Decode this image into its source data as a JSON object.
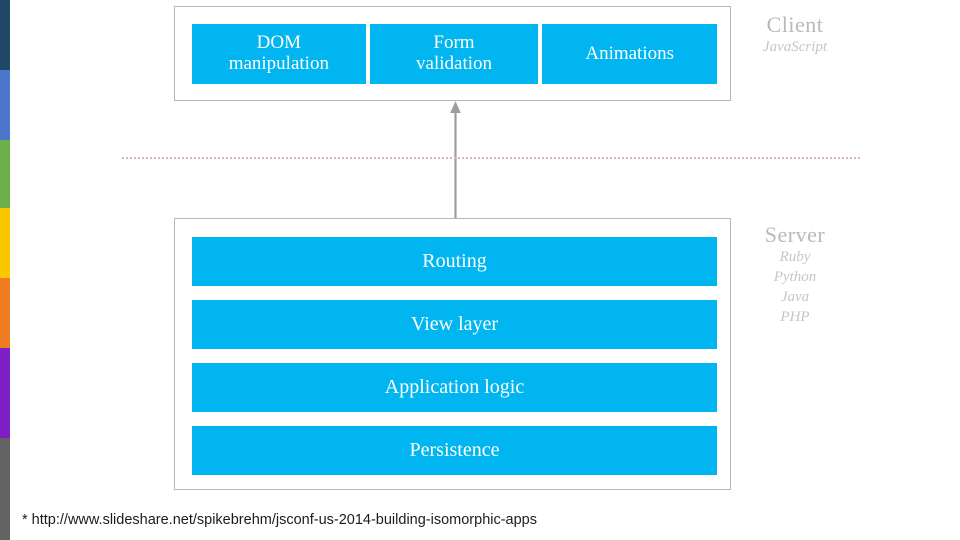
{
  "palette": {
    "accent_blue": "#00b5f0",
    "box_border": "#b7b7b7",
    "caption_gray": "#b9b9b9",
    "divider_dotted": "#d8b4b8",
    "arrow_gray": "#9e9e9e",
    "background": "#ffffff"
  },
  "color_strip": [
    {
      "name": "navy",
      "color": "#1f4864",
      "height": 70
    },
    {
      "name": "blue",
      "color": "#4a76ce",
      "height": 70
    },
    {
      "name": "green",
      "color": "#6cb04b",
      "height": 68
    },
    {
      "name": "yellow",
      "color": "#fbc700",
      "height": 70
    },
    {
      "name": "orange",
      "color": "#f07c22",
      "height": 70
    },
    {
      "name": "purple",
      "color": "#7d1fc4",
      "height": 90
    },
    {
      "name": "gray",
      "color": "#636363",
      "height": 102
    }
  ],
  "client": {
    "caption_title": "Client",
    "caption_sub": "JavaScript",
    "cells": [
      {
        "label": "DOM manipulation"
      },
      {
        "label": "Form validation"
      },
      {
        "label": "Animations"
      }
    ]
  },
  "server": {
    "caption_title": "Server",
    "caption_sub_lines": [
      "Ruby",
      "Python",
      "Java",
      "PHP"
    ],
    "layers": [
      {
        "label": "Routing"
      },
      {
        "label": "View layer"
      },
      {
        "label": "Application logic"
      },
      {
        "label": "Persistence"
      }
    ]
  },
  "connector": {
    "icon": "up-arrow-icon",
    "direction": "server-to-client"
  },
  "divider": {
    "icon": "dotted-divider-icon",
    "style": "dotted"
  },
  "footnote": {
    "text": "* http://www.slideshare.net/spikebrehm/jsconf-us-2014-building-isomorphic-apps"
  }
}
